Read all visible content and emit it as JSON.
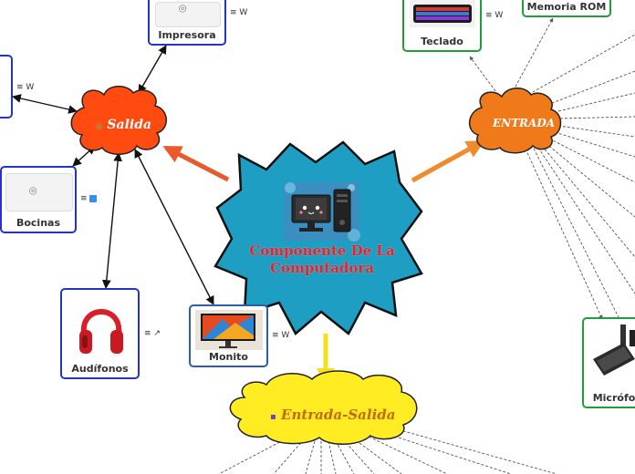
{
  "central": {
    "title": "Componente De La Computadora"
  },
  "branches": {
    "salida": {
      "label": "Salida",
      "icon": "package-icon"
    },
    "entrada": {
      "label": "ENTRADA"
    },
    "entrada_salida": {
      "label": "Entrada-Salida",
      "icon": "floppy-disk-icon"
    }
  },
  "cards": {
    "impresora": {
      "label": "Impresora"
    },
    "bocinas": {
      "label": "Bocinas"
    },
    "audifonos": {
      "label": "Audífonos"
    },
    "monitor": {
      "label": "Monito"
    },
    "teclado": {
      "label": "Teclado"
    },
    "memoria_rom": {
      "label": "Memoria ROM"
    },
    "microfono": {
      "label": "Micrófo"
    }
  },
  "tags": {
    "notes_w": "≡ W",
    "notes_link": "≡ ↗"
  },
  "colors": {
    "salida_cloud": "#ff4a10",
    "entrada_cloud": "#f07a1a",
    "entrada_salida_cloud": "#ffec22",
    "central": "#1e9ec2",
    "card_blue": "#2433c9",
    "card_green": "#1f9e3c"
  }
}
